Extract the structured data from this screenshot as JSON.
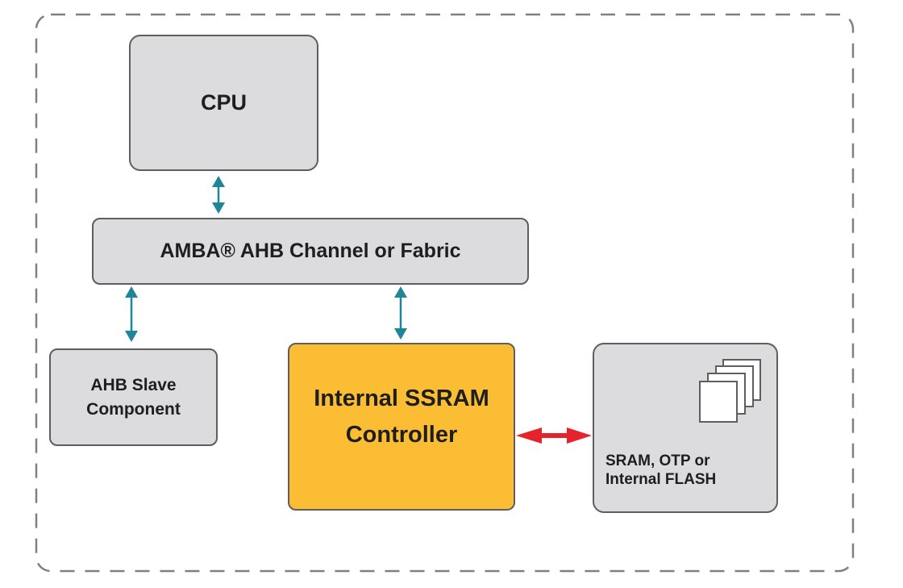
{
  "diagram": {
    "title": "Internal SSRAM Controller system block diagram",
    "colors": {
      "block_fill": "#dcdcde",
      "block_border": "#5e5e5e",
      "highlight_fill": "#fbbd34",
      "bus_arrow": "#1f8599",
      "memory_arrow": "#e5232b",
      "frame_border": "#808080"
    },
    "blocks": {
      "cpu": {
        "label": "CPU"
      },
      "amba": {
        "label": "AMBA® AHB Channel or Fabric"
      },
      "slave": {
        "line1": "AHB Slave",
        "line2": "Component"
      },
      "controller": {
        "line1": "Internal SSRAM",
        "line2": "Controller"
      },
      "memory": {
        "line1": "SRAM, OTP or",
        "line2": "Internal FLASH",
        "icon": "stacked-pages-icon"
      }
    },
    "connections": [
      {
        "from": "cpu",
        "to": "amba",
        "type": "bidirectional",
        "color": "bus"
      },
      {
        "from": "amba",
        "to": "slave",
        "type": "bidirectional",
        "color": "bus"
      },
      {
        "from": "amba",
        "to": "controller",
        "type": "bidirectional",
        "color": "bus"
      },
      {
        "from": "controller",
        "to": "memory",
        "type": "bidirectional",
        "color": "memory"
      }
    ]
  }
}
